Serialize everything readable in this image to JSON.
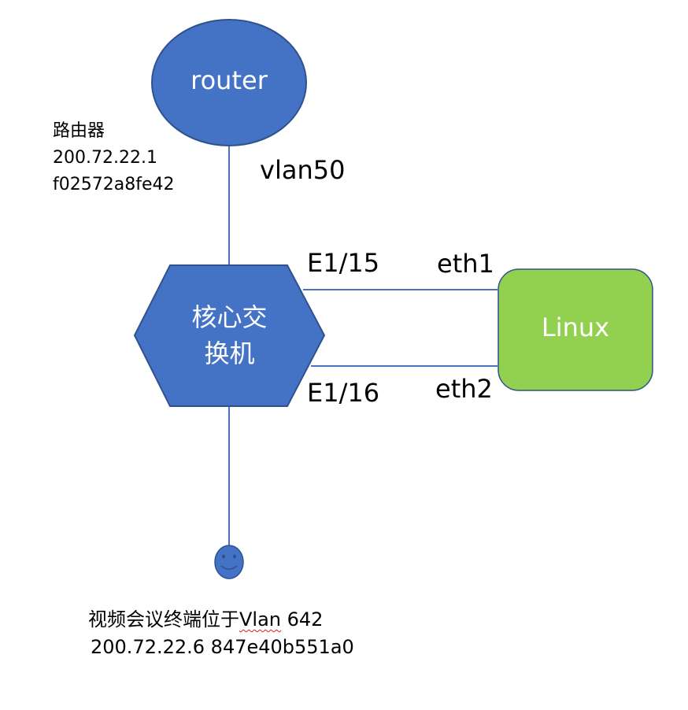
{
  "colors": {
    "node_blue": "#4472c4",
    "node_blue_stroke": "#2f528f",
    "linux_green": "#92d050",
    "line_blue": "#4a72c0",
    "spellcheck_red": "#d62020"
  },
  "nodes": {
    "router": {
      "label": "router"
    },
    "core_switch": {
      "line1": "核心交",
      "line2": "换机"
    },
    "linux": {
      "label": "Linux"
    },
    "terminal": {
      "icon": "smiley-face-icon"
    }
  },
  "router_info": {
    "name": "路由器",
    "ip": "200.72.22.1",
    "mac": "f02572a8fe42"
  },
  "links": {
    "router_vlan": "vlan50",
    "switch_port_1": "E1/15",
    "switch_port_2": "E1/16",
    "linux_if_1": "eth1",
    "linux_if_2": "eth2"
  },
  "terminal_info": {
    "description_prefix": "视频会议终端位于",
    "vlan_word": "Vlan",
    "vlan_id": " 642",
    "details": "200.72.22.6 847e40b551a0"
  }
}
